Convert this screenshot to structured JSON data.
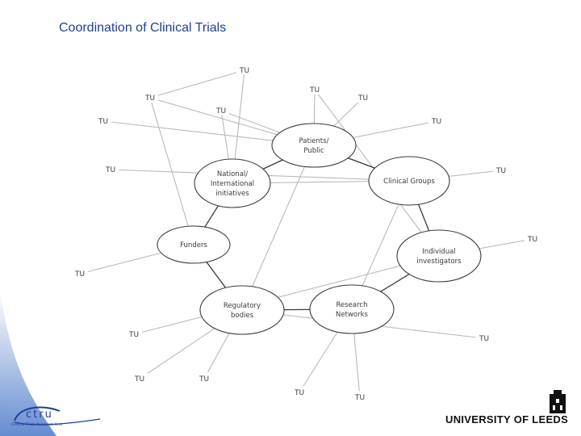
{
  "title": "Coordination of Clinical Trials",
  "nodes": [
    {
      "id": "tu1",
      "label": "TU"
    },
    {
      "id": "tu2",
      "label": "TU"
    },
    {
      "id": "tu3",
      "label": "TU"
    },
    {
      "id": "tu4",
      "label": "TU"
    },
    {
      "id": "tu5",
      "label": "TU"
    },
    {
      "id": "tu6",
      "label": "TU"
    },
    {
      "id": "tu7",
      "label": "TU"
    },
    {
      "id": "tu8",
      "label": "TU"
    },
    {
      "id": "tu9",
      "label": "TU"
    },
    {
      "id": "tu10",
      "label": "TU"
    },
    {
      "id": "tu11",
      "label": "TU"
    },
    {
      "id": "tu12",
      "label": "TU"
    },
    {
      "id": "tu13",
      "label": "TU"
    },
    {
      "id": "tu14",
      "label": "TU"
    },
    {
      "id": "tu15",
      "label": "TU"
    },
    {
      "id": "tu16",
      "label": "TU"
    },
    {
      "id": "tu17",
      "label": "TU"
    },
    {
      "id": "patients",
      "label": "Patients / Public"
    },
    {
      "id": "national",
      "label": "National / International initiatives"
    },
    {
      "id": "clinical",
      "label": "Clinical Groups"
    },
    {
      "id": "funders",
      "label": "Funders"
    },
    {
      "id": "individual",
      "label": "Individual investigators"
    },
    {
      "id": "regulatory",
      "label": "Regulatory bodies"
    },
    {
      "id": "research",
      "label": "Research Networks"
    }
  ],
  "edges": [
    [
      "tu2",
      "tu1"
    ],
    [
      "tu2",
      "patients"
    ],
    [
      "tu2",
      "funders"
    ],
    [
      "tu3",
      "patients"
    ],
    [
      "tu4",
      "patients"
    ],
    [
      "tu5",
      "patients"
    ],
    [
      "tu3",
      "individual"
    ],
    [
      "tu6",
      "national"
    ],
    [
      "tu6",
      "clinical"
    ],
    [
      "tu7",
      "patients"
    ],
    [
      "tu8",
      "clinical"
    ],
    [
      "tu9",
      "clinical"
    ],
    [
      "tu10",
      "individual"
    ],
    [
      "tu11",
      "funders"
    ],
    [
      "tu12",
      "individual"
    ],
    [
      "tu13",
      "regulatory"
    ],
    [
      "tu14",
      "regulatory"
    ],
    [
      "tu15",
      "regulatory"
    ],
    [
      "tu16",
      "research"
    ],
    [
      "tu17",
      "research"
    ],
    [
      "tu1",
      "national"
    ],
    [
      "patients",
      "national"
    ],
    [
      "patients",
      "clinical"
    ],
    [
      "national",
      "funders"
    ],
    [
      "clinical",
      "individual"
    ],
    [
      "funders",
      "regulatory"
    ],
    [
      "regulatory",
      "research"
    ],
    [
      "research",
      "individual"
    ],
    [
      "national",
      "clinical"
    ],
    [
      "regulatory",
      "patients"
    ],
    [
      "research",
      "clinical"
    ]
  ],
  "logos": {
    "ctru_text": "ctru",
    "ctru_tagline": "Clinical Trials Research Unit",
    "university": "UNIVERSITY OF LEEDS"
  },
  "colors": {
    "title": "#1f3f99",
    "line_dark": "#3a3a3a",
    "line_light": "#b9b9b9"
  }
}
